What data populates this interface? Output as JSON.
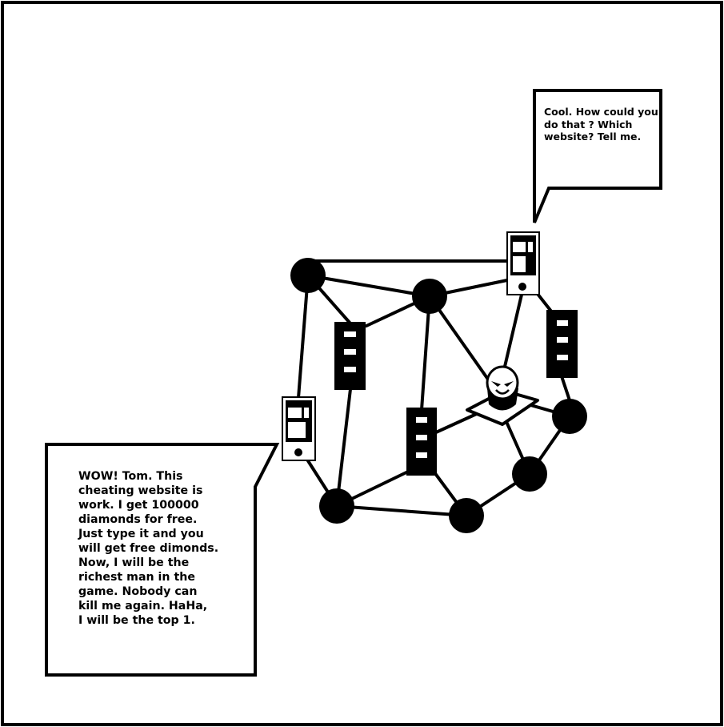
{
  "speech_bubbles": {
    "top_right": "Cool. How could you\ndo that ? Which\nwebsite? Tell me.",
    "bottom_left": "WOW! Tom. This\ncheating website is\nwork. I get 100000\ndiamonds for free.\nJust type it and you\nwill get free dimonds.\nNow, I will be the\nrichest man in the\ngame. Nobody can\nkill me again. HaHa,\nI will be the top 1."
  },
  "colors": {
    "ink": "#000000",
    "paper": "#ffffff"
  },
  "icons": [
    "phone-icon",
    "server-icon",
    "hacker-icon",
    "network-node"
  ]
}
